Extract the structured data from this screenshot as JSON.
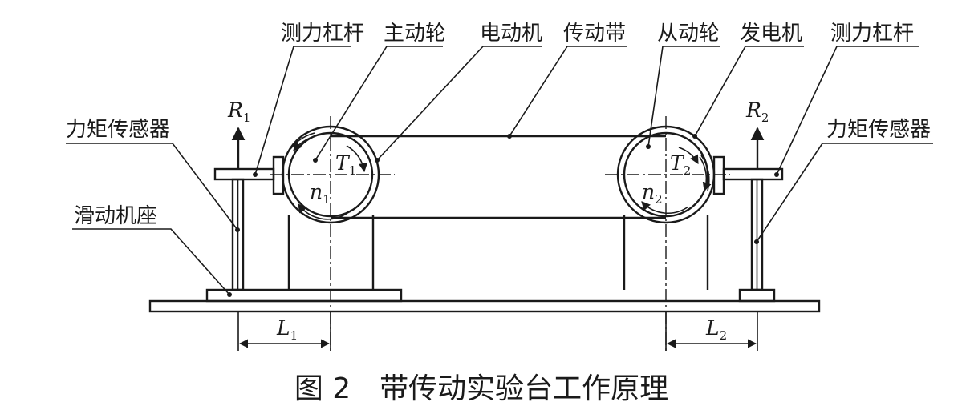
{
  "labels": {
    "lever_left": "测力杠杆",
    "driving_wheel": "主动轮",
    "motor": "电动机",
    "belt": "传动带",
    "driven_wheel": "从动轮",
    "generator": "发电机",
    "lever_right": "测力杠杆",
    "torque_sensor_left": "力矩传感器",
    "torque_sensor_right": "力矩传感器",
    "sliding_base": "滑动机座"
  },
  "symbols": {
    "R1": {
      "main": "R",
      "sub": "1"
    },
    "R2": {
      "main": "R",
      "sub": "2"
    },
    "T1": {
      "main": "T",
      "sub": "1"
    },
    "T2": {
      "main": "T",
      "sub": "2"
    },
    "n1": {
      "main": "n",
      "sub": "1"
    },
    "n2": {
      "main": "n",
      "sub": "2"
    },
    "L1": {
      "main": "L",
      "sub": "1"
    },
    "L2": {
      "main": "L",
      "sub": "2"
    }
  },
  "caption": {
    "figure_number": "图 2",
    "title": "带传动实验台工作原理"
  }
}
